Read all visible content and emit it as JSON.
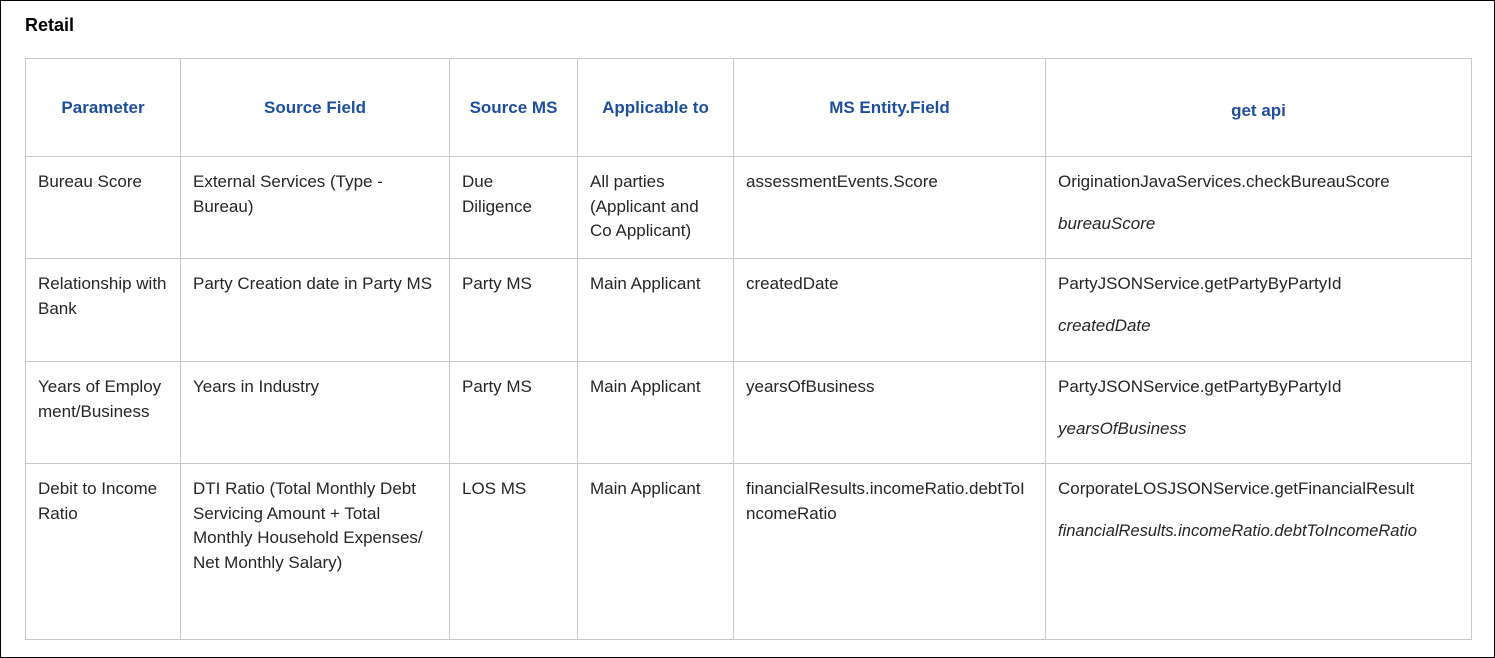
{
  "title": "Retail",
  "headers": [
    "Parameter",
    "Source Field",
    "Source MS",
    "Applicable to",
    "MS Entity.Field",
    "get api"
  ],
  "rows": [
    {
      "parameter": "Bureau Score",
      "source_field": "External Services (Type - Bureau)",
      "source_ms": "Due Diligence",
      "applicable_to": "All parties (Applicant and Co Applicant)",
      "ms_entity_field": "assessmentEvents.Score",
      "api": "OriginationJavaServices.checkBureauScore",
      "api_field": "bureauScore"
    },
    {
      "parameter": "Relationship with Bank",
      "source_field": "Party Creation date in Party MS",
      "source_ms": "Party MS",
      "applicable_to": "Main Applicant",
      "ms_entity_field": "createdDate",
      "api": "PartyJSONService.getPartyByPartyId",
      "api_field": "createdDate"
    },
    {
      "parameter": "Years of Employment/Business",
      "source_field": "Years in Industry",
      "source_ms": "Party MS",
      "applicable_to": "Main Applicant",
      "ms_entity_field": "yearsOfBusiness",
      "api": "PartyJSONService.getPartyByPartyId",
      "api_field": "yearsOfBusiness"
    },
    {
      "parameter": "Debit to Income Ratio",
      "source_field": "DTI Ratio (Total Monthly Debt Servicing Amount + Total Monthly Household Expenses/ Net Monthly Salary)",
      "source_ms": "LOS MS",
      "applicable_to": "Main Applicant",
      "ms_entity_field": "financialResults.incomeRatio.debtToIncomeRatio",
      "api": "CorporateLOSJSONService.getFinancialResult",
      "api_field": "financialResults.incomeRatio.debtToIncomeRatio"
    }
  ]
}
